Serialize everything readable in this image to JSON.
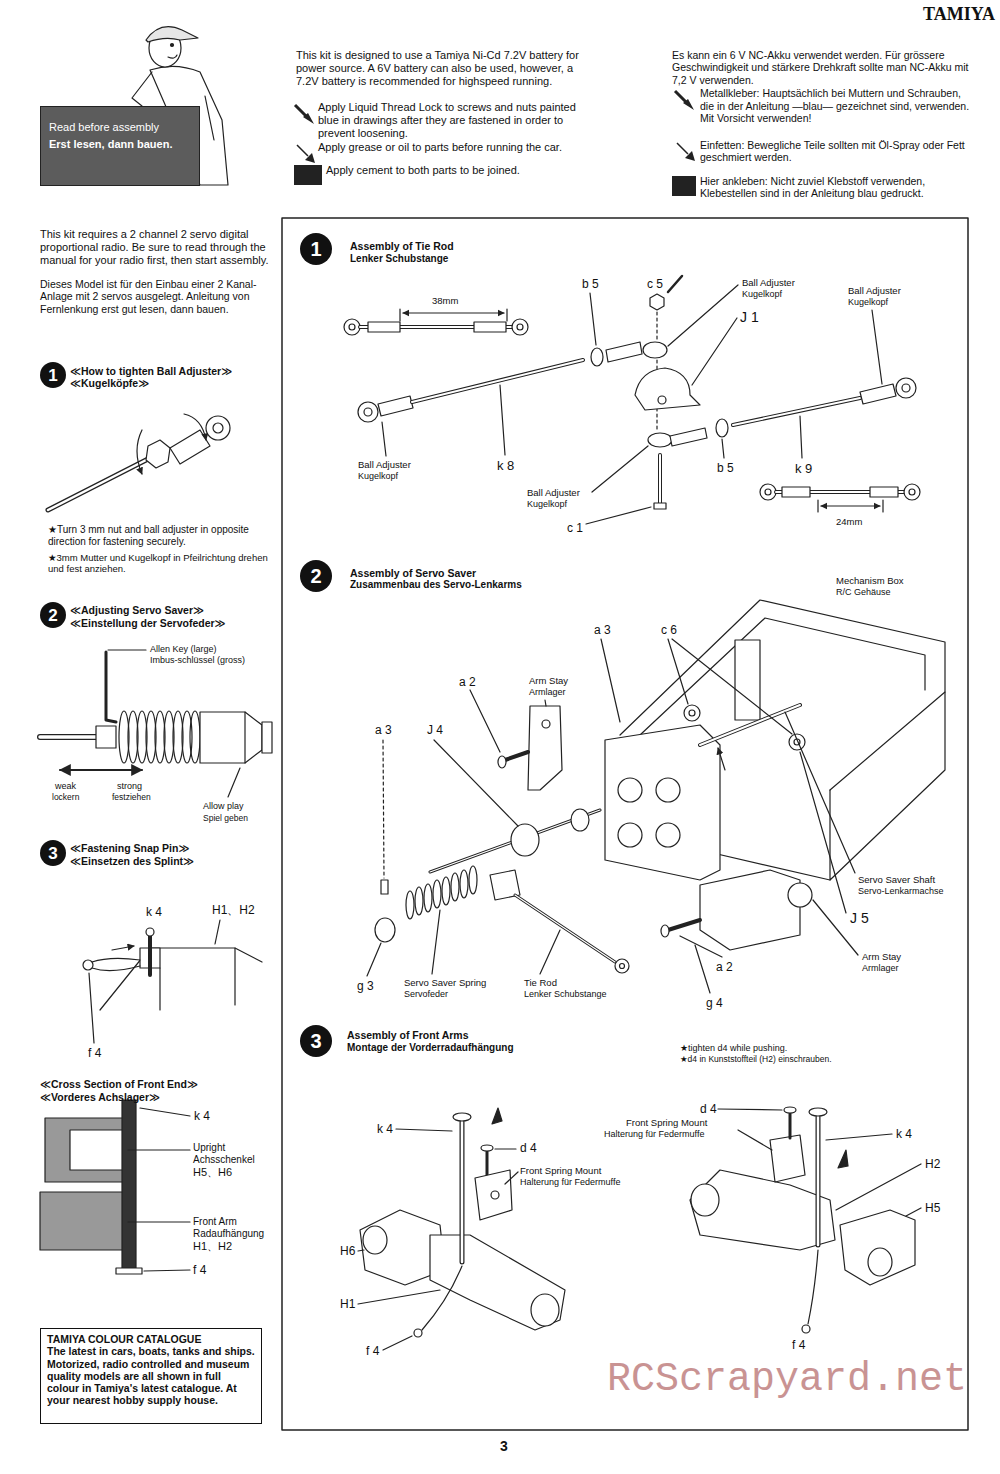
{
  "diagram": {
    "nodes": [
      {
        "text": [
          "Read before assembly",
          "Erst lesen, dann bauen."
        ]
      },
      {
        "text": [
          "1"
        ]
      },
      {
        "text": [
          "2"
        ]
      },
      {
        "text": [
          "3"
        ]
      },
      {
        "text": [
          "TAMIYA COLOUR CATALOGUE",
          "The latest in cars, boats, tanks and ships. Motorized, radio controlled and museum quality models are all shown in full colour in Tamiya's latest catalogue. At your nearest hobby supply house."
        ]
      },
      {
        "text": [
          "1"
        ]
      },
      {
        "text": [
          "2"
        ]
      },
      {
        "text": [
          "3"
        ]
      }
    ],
    "labels": [
      "TAMIYA",
      "This kit is designed to use a Tamiya Ni-Cd 7.2V battery for power source. A 6V battery can also be used, however, a 7.2V battery is recommended for highspeed running.",
      "Apply Liquid Thread Lock to screws and nuts painted blue in drawings after they are fastened in order to prevent loosening.",
      "Apply grease or oil to parts before running the car.",
      "Apply cement to both parts to be joined.",
      "Es kann ein 6 V NC-Akku verwendet werden. Für grössere Geschwindigkeit und stärkere Drehkraft sollte man NC-Akku mit 7,2 V verwenden.",
      "Metallkleber: Hauptsächlich bei Muttern und Schrauben, die in der Anleitung —blau— gezeichnet sind, verwenden. Mit Vorsicht verwenden!",
      "Einfetten: Bewegliche Teile sollten mit Öl-Spray oder Fett geschmiert werden.",
      "Hier ankleben: Nicht zuviel Klebstoff verwenden, Klebestellen sind in der Anleitung blau gedruckt.",
      "This kit requires a 2 channel 2 servo digital proportional radio. Be sure to read through the manual for your radio first, then start assembly.",
      "Dieses Model ist für den Einbau einer 2 Kanal-Anlage mit 2 servos ausgelegt. Anleitung von Fernlenkung erst gut lesen, dann bauen.",
      "≪How to tighten Ball Adjuster≫",
      "≪Kugelköpfe≫",
      "★Turn 3 mm nut and ball adjuster in opposite direction for fastening securely.",
      "★3mm Mutter und Kugelkopf in Pfeilrichtung drehen und fest anziehen.",
      "≪Adjusting Servo Saver≫",
      "≪Einstellung der Servofeder≫",
      "Allen Key (large)",
      "Imbus-schlüssel (gross)",
      "weak",
      "lockern",
      "strong",
      "festziehen",
      "Allow play",
      "Spiel geben",
      "≪Fastening Snap Pin≫",
      "≪Einsetzen des Splint≫",
      "k 4",
      "H1、H2",
      "f 4",
      "≪Cross Section of Front End≫",
      "≪Vorderes Achslager≫",
      "k 4",
      "Upright",
      "Achsschenkel",
      "H5、H6",
      "Front Arm",
      "Radaufhängung",
      "H1、H2",
      "f 4",
      "Assembly of Tie Rod",
      "Lenker Schubstange",
      "38mm",
      "b 5",
      "c 5",
      "Ball Adjuster",
      "Kugelkopf",
      "Ball Adjuster",
      "Kugelkopf",
      "J 1",
      "Ball Adjuster",
      "Kugelkopf",
      "k 8",
      "b 5",
      "k 9",
      "Ball Adjuster",
      "Kugelkopf",
      "c 1",
      "24mm",
      "Assembly of Servo Saver",
      "Zusammenbau des Servo-Lenkarms",
      "Mechanism Box",
      "R/C Gehäuse",
      "a 3",
      "c 6",
      "a 2",
      "Arm Stay",
      "Armlager",
      "a 3",
      "J 4",
      "Servo Saver Shaft",
      "Servo-Lenkarmachse",
      "J 5",
      "Arm Stay",
      "Armlager",
      "a 2",
      "g 4",
      "g 3",
      "Servo Saver Spring",
      "Servofeder",
      "Tie Rod",
      "Lenker Schubstange",
      "Assembly of Front Arms",
      "Montage der Vorderradaufhängung",
      "★tighten d4 while pushing.",
      "★d4 in Kunststoffteil (H2) einschrauben.",
      "k 4",
      "d 4",
      "Front Spring Mount",
      "Halterung für Federmuffe",
      "H6",
      "H1",
      "f 4",
      "d 4",
      "Front Spring Mount",
      "Halterung für Federmuffe",
      "k 4",
      "H2",
      "H5",
      "f 4",
      "3",
      "RCScrapyard.net"
    ]
  }
}
